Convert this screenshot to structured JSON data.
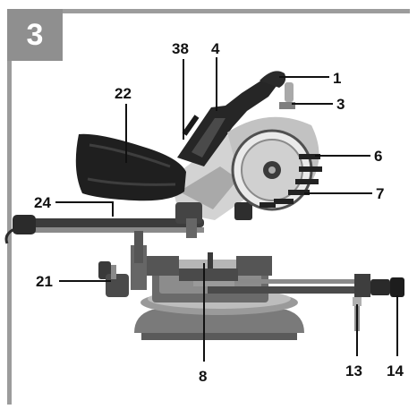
{
  "figure": {
    "number": "3",
    "callouts": {
      "c1": "1",
      "c3": "3",
      "c4": "4",
      "c6": "6",
      "c7": "7",
      "c8": "8",
      "c13": "13",
      "c14": "14",
      "c21": "21",
      "c22": "22",
      "c24": "24",
      "c38": "38"
    }
  },
  "colors": {
    "frame": "#9c9c9c",
    "badge": "#8f8f8f",
    "tool_dark": "#2a2a2a",
    "tool_mid": "#6e6e6e",
    "tool_light": "#c8c8c8"
  }
}
